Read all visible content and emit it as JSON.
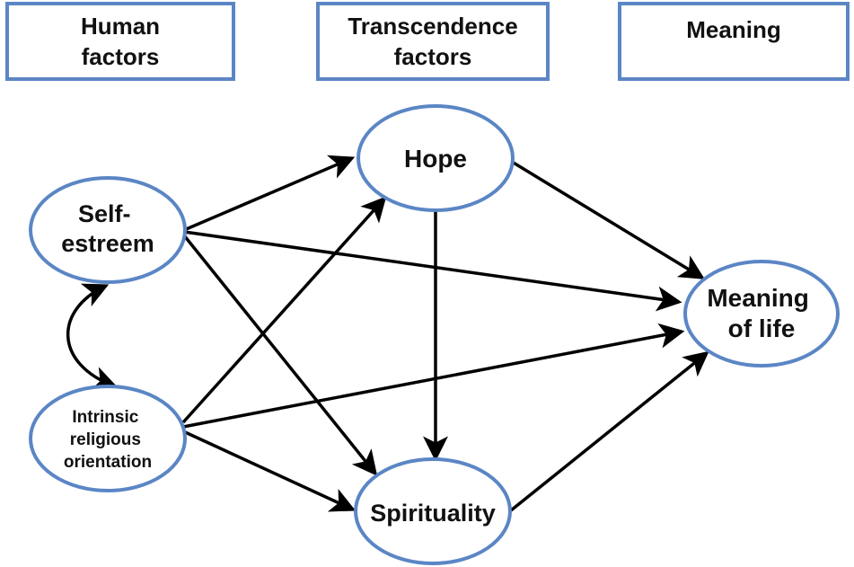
{
  "headers": {
    "human_factors": "Human\nfactors",
    "transcendence_factors": "Transcendence\nfactors",
    "meaning": "Meaning"
  },
  "nodes": {
    "self_esteem": [
      "Self-",
      "estreem"
    ],
    "intrinsic": [
      "Intrinsic",
      "religious",
      "orientation"
    ],
    "hope": [
      "Hope"
    ],
    "spirituality": [
      "Spirituality"
    ],
    "meaning_of_life": [
      "Meaning",
      "of life"
    ]
  },
  "colors": {
    "border": "#5b86c5",
    "arrow": "#000000",
    "text": "#111111"
  }
}
